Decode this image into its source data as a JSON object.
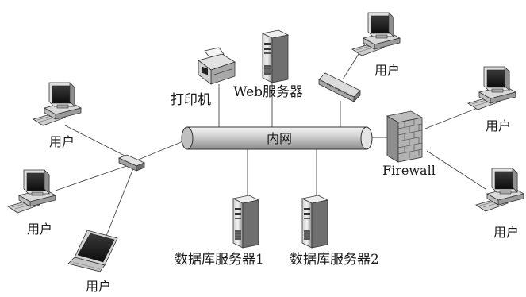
{
  "labels": {
    "intranet": "内网",
    "printer": "打印机",
    "web_server": "Web服务器",
    "firewall": "Firewall",
    "db_server_1": "数据库服务器1",
    "db_server_2": "数据库服务器2",
    "user": "用户"
  }
}
